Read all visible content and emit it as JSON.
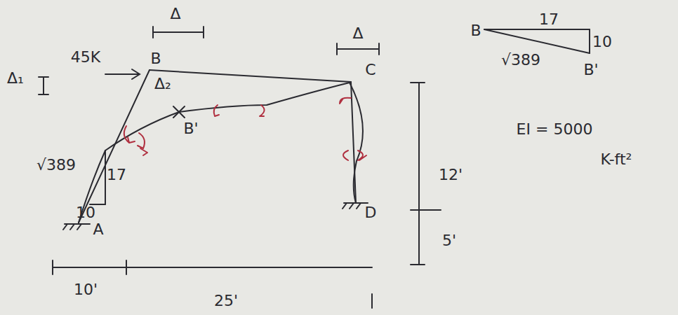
{
  "diagram": {
    "labels": [
      "Δ",
      "Δ",
      "Δ₁",
      "45K",
      "B",
      "Δ₂",
      "B'",
      "C",
      "√389",
      "17",
      "10",
      "A",
      "D",
      "12'",
      "5'",
      "10'",
      "25'",
      "B",
      "17",
      "10",
      "√389",
      "B'",
      "EI = 5000",
      "K-ft²"
    ]
  }
}
